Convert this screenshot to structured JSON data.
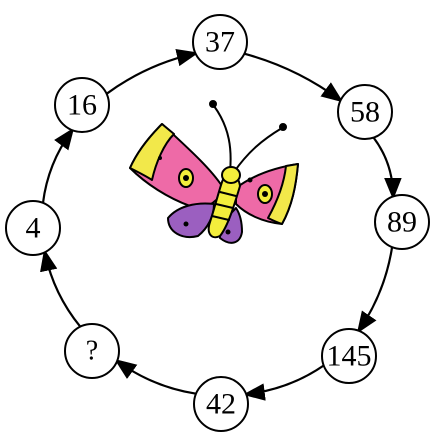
{
  "puzzle": {
    "nodes": [
      {
        "id": "n37",
        "label": "37"
      },
      {
        "id": "n58",
        "label": "58"
      },
      {
        "id": "n89",
        "label": "89"
      },
      {
        "id": "n145",
        "label": "145"
      },
      {
        "id": "n42",
        "label": "42"
      },
      {
        "id": "nq",
        "label": "?"
      },
      {
        "id": "n4",
        "label": "4"
      },
      {
        "id": "n16",
        "label": "16"
      }
    ],
    "direction": "clockwise",
    "decoration_icon": "butterfly-icon",
    "colors": {
      "line": "#000000",
      "node_fill": "#ffffff",
      "wing_pink": "#ee6aa7",
      "wing_edge_yellow": "#f2e84a",
      "wing_lower_purple": "#9b5fc0",
      "body_yellow": "#f3ee3c",
      "eyespot": "#f3ee3c"
    }
  }
}
